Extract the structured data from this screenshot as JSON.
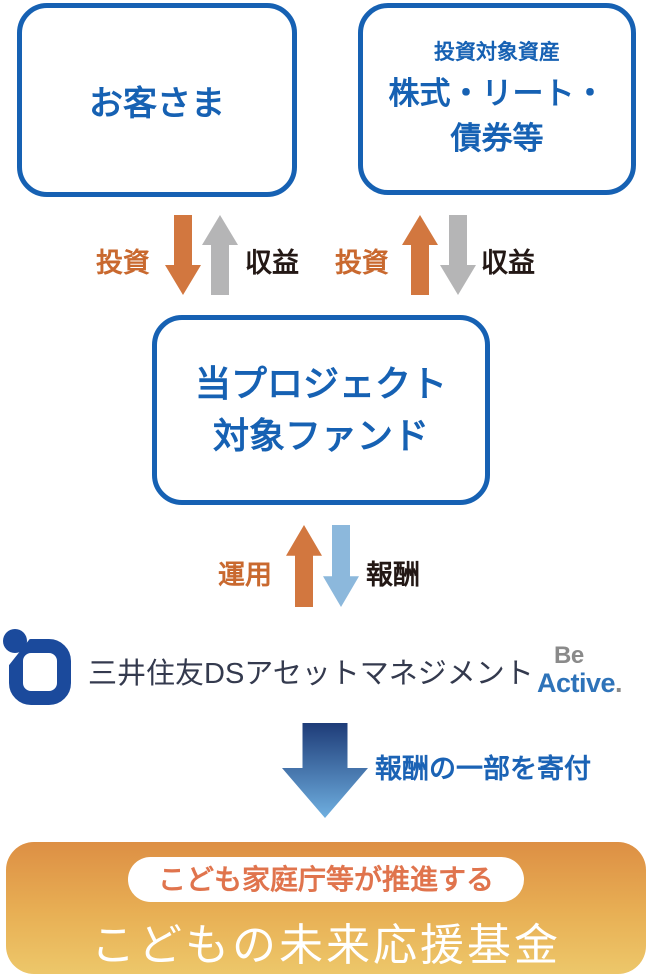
{
  "colors": {
    "primary_blue": "#1661b3",
    "arrow_orange": "#d2773f",
    "label_orange": "#c9692f",
    "arrow_gray": "#b5b5b6",
    "label_dark": "#231815",
    "arrow_light_blue": "#8cb8dc",
    "logo_navy": "#1b4a9c",
    "logo_text": "#343a4e",
    "be_gray": "#8a8a8a",
    "active_blue": "#2e73b9",
    "donation_blue": "#1b63b5",
    "big_arrow_gradient_top": "#1e3c78",
    "big_arrow_gradient_bottom": "#6fafe0",
    "charity_gradient_top": "#dd8f44",
    "charity_gradient_bottom": "#edc76a",
    "charity_badge_text": "#e0744d"
  },
  "customer_box": {
    "label": "お客さま"
  },
  "assets_box": {
    "subtitle": "投資対象資産",
    "line1": "株式・リート・",
    "line2": "債券等"
  },
  "fund_box": {
    "line1": "当プロジェクト",
    "line2": "対象ファンド"
  },
  "flow_top_left": {
    "invest_label": "投資",
    "profit_label": "収益"
  },
  "flow_top_right": {
    "invest_label": "投資",
    "profit_label": "収益"
  },
  "flow_bottom": {
    "manage_label": "運用",
    "fee_label": "報酬"
  },
  "company": {
    "name": "三井住友DSアセットマネジメント",
    "slogan_be": "Be",
    "slogan_active": "Active",
    "slogan_dot": "."
  },
  "donation": {
    "label": "報酬の一部を寄付"
  },
  "charity_box": {
    "badge": "こども家庭庁等が推進する",
    "title": "こどもの未来応援基金"
  }
}
